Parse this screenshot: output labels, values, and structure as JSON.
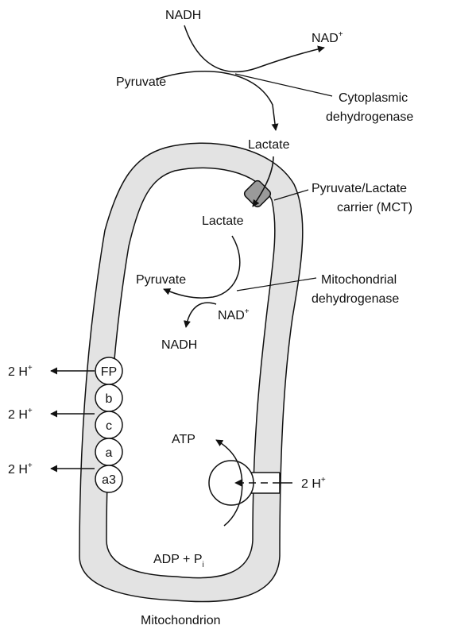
{
  "title": "Mitochondrion",
  "labels": {
    "nadh_top": "NADH",
    "nad_top": "NAD",
    "nad_top_sup": "+",
    "pyruvate_top": "Pyruvate",
    "cyto_dehydrogenase_1": "Cytoplasmic",
    "cyto_dehydrogenase_2": "dehydrogenase",
    "lactate_outside": "Lactate",
    "carrier_1": "Pyruvate/Lactate",
    "carrier_2": "carrier (MCT)",
    "lactate_inside": "Lactate",
    "pyruvate_inside": "Pyruvate",
    "mito_dehydrogenase_1": "Mitochondrial",
    "mito_dehydrogenase_2": "dehydrogenase",
    "nad_inside": "NAD",
    "nad_inside_sup": "+",
    "nadh_inside": "NADH",
    "atp": "ATP",
    "adp": "ADP + P",
    "adp_sub": "i",
    "proton_in": "2 H",
    "proton_in_sup": "+"
  },
  "chain": {
    "complexes": [
      "FP",
      "b",
      "c",
      "a",
      "a3"
    ],
    "protons": [
      {
        "text": "2 H",
        "sup": "+"
      },
      {
        "text": "2 H",
        "sup": "+"
      },
      {
        "text": "2 H",
        "sup": "+"
      }
    ]
  },
  "colors": {
    "membrane_fill": "#e3e3e3",
    "carrier_fill": "#9a9a9a",
    "line": "#111111",
    "background": "#ffffff"
  }
}
